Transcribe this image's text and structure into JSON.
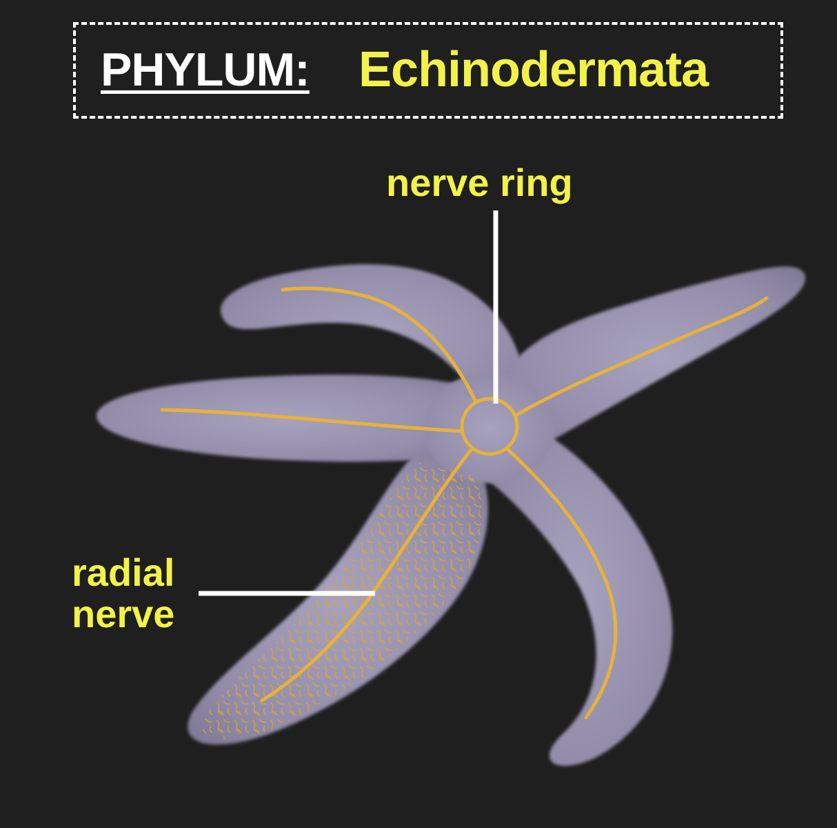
{
  "title": {
    "label": "PHYLUM:",
    "value": "Echinodermata"
  },
  "labels": {
    "nerve_ring": "nerve ring",
    "radial_nerve_line1": "radial",
    "radial_nerve_line2": "nerve"
  },
  "colors": {
    "background": "#1f1f1f",
    "label_yellow": "#f2f24a",
    "nerve_gold": "#e8b23a",
    "body_lavender": "#9d98b3"
  }
}
